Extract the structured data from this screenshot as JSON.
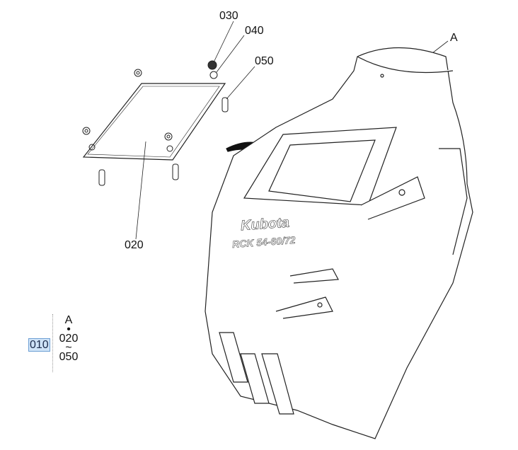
{
  "callouts": {
    "c030": "030",
    "c040": "040",
    "c050": "050",
    "c020": "020",
    "cA": "A"
  },
  "decal": {
    "brand": "Kubota",
    "model": "RCK 54-60/72"
  },
  "reference": {
    "item": "010",
    "range_start": "A",
    "separator": "•",
    "from": "020",
    "tilde": "~",
    "to": "050"
  }
}
